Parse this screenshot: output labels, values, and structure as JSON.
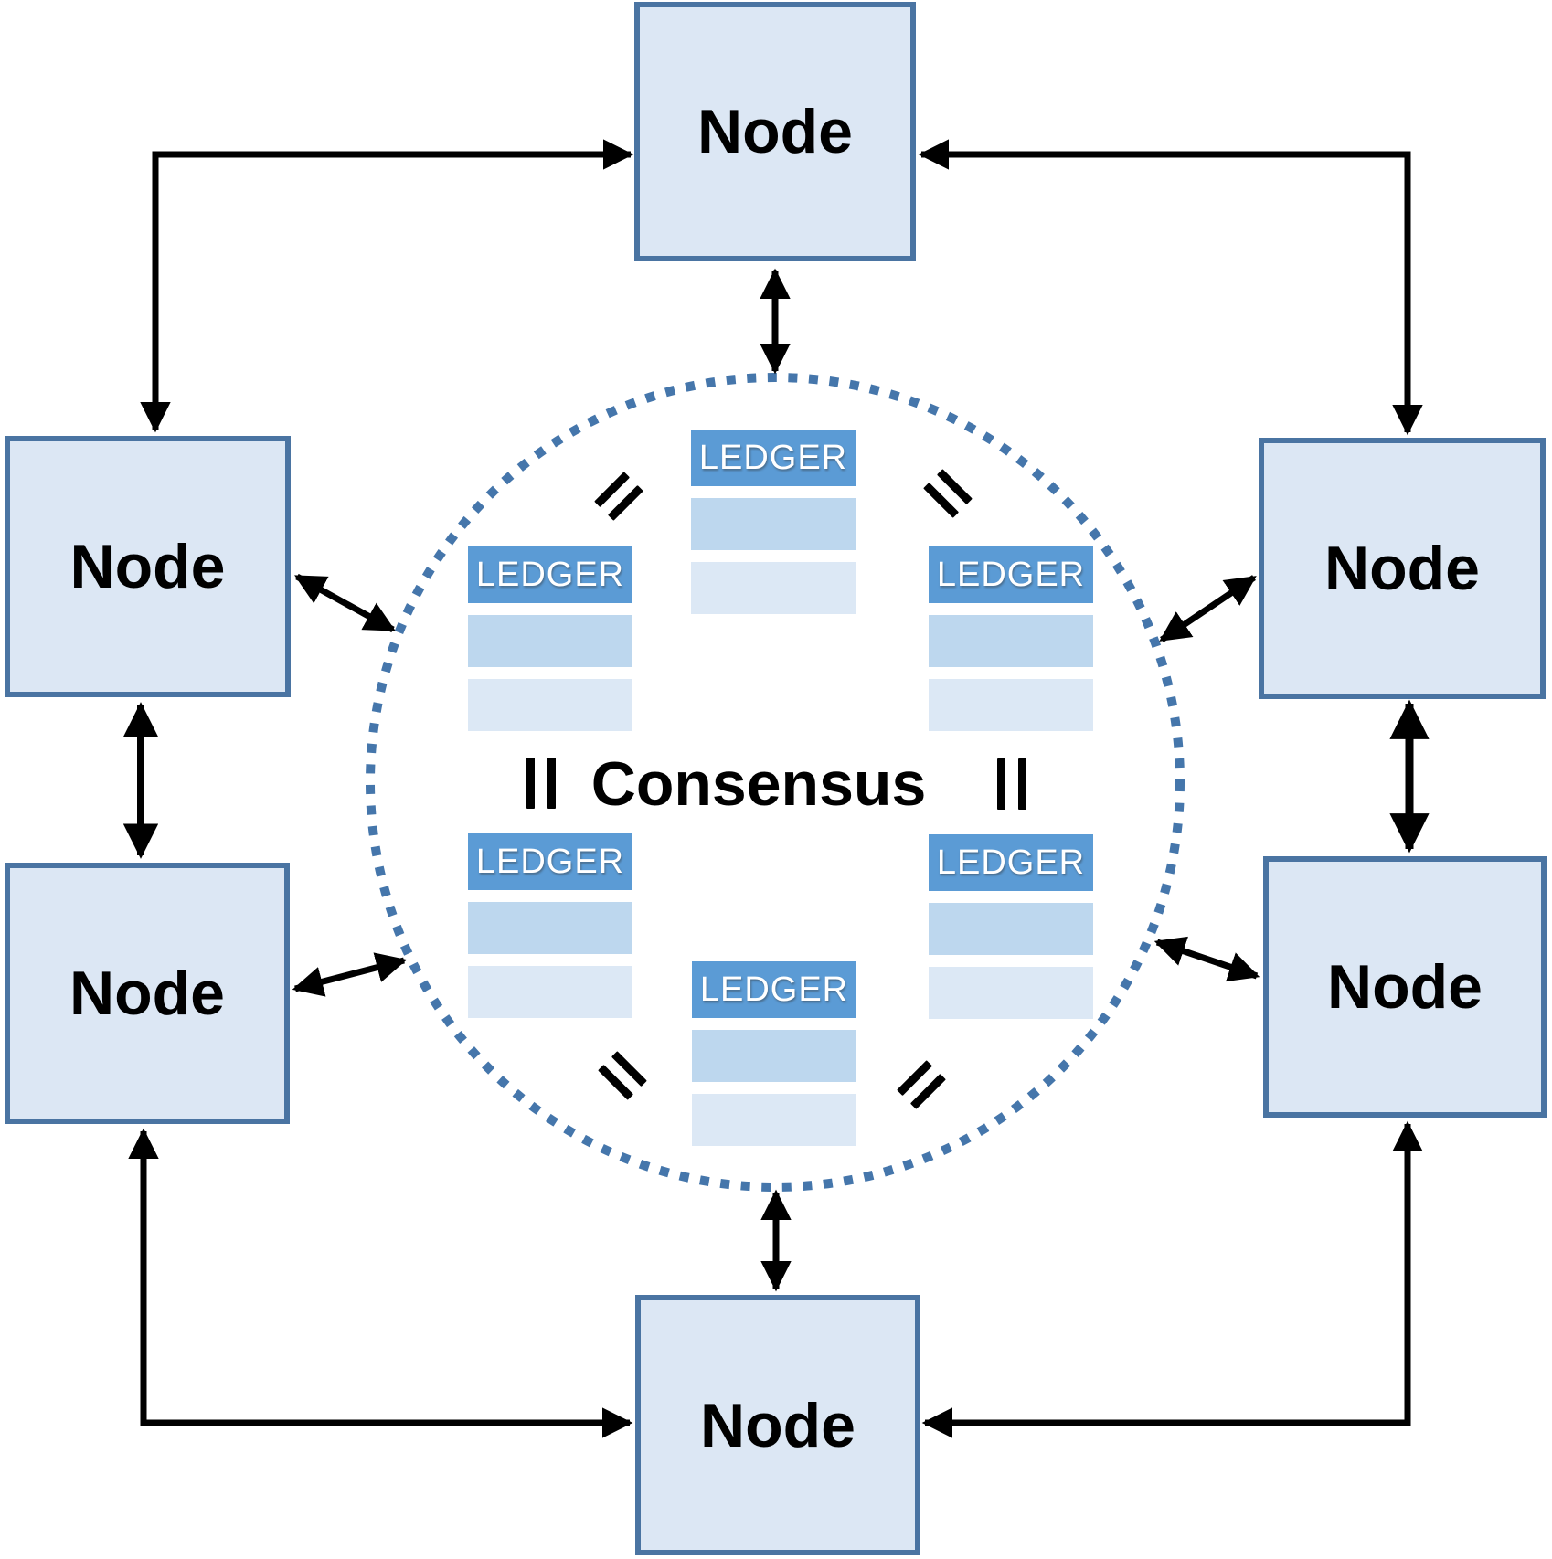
{
  "diagram": {
    "consensus_label": "Consensus",
    "node_label": "Node",
    "ledger_label": "LEDGER"
  },
  "colors": {
    "node_fill": "#dce7f4",
    "node_border": "#4a74a2",
    "ledger_header_fill": "#5b9bd5",
    "ledger_header_text": "#ffffff",
    "ledger_row_medium": "#bdd7ee",
    "ledger_row_light": "#dce8f5",
    "consensus_circle_dots": "#4576ab",
    "arrows": "#000000",
    "equals_marks": "#000000"
  }
}
